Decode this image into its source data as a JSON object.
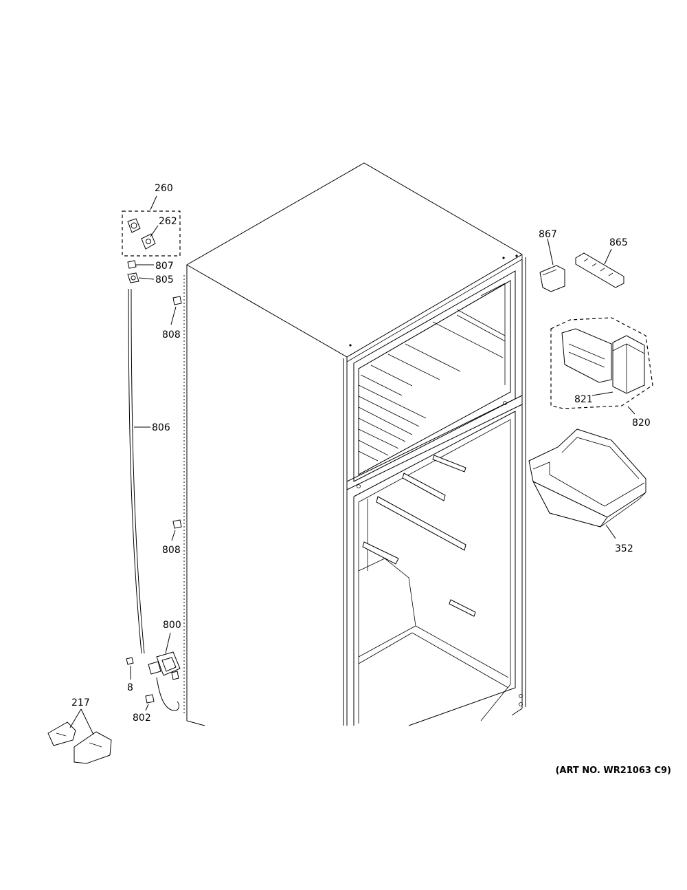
{
  "callouts": {
    "c260": "260",
    "c262": "262",
    "c807": "807",
    "c805": "805",
    "c808a": "808",
    "c806": "806",
    "c808b": "808",
    "c800": "800",
    "c8": "8",
    "c802": "802",
    "c217": "217",
    "c867": "867",
    "c865": "865",
    "c821": "821",
    "c820": "820",
    "c352": "352"
  },
  "art_number": "(ART NO. WR21063 C9)"
}
